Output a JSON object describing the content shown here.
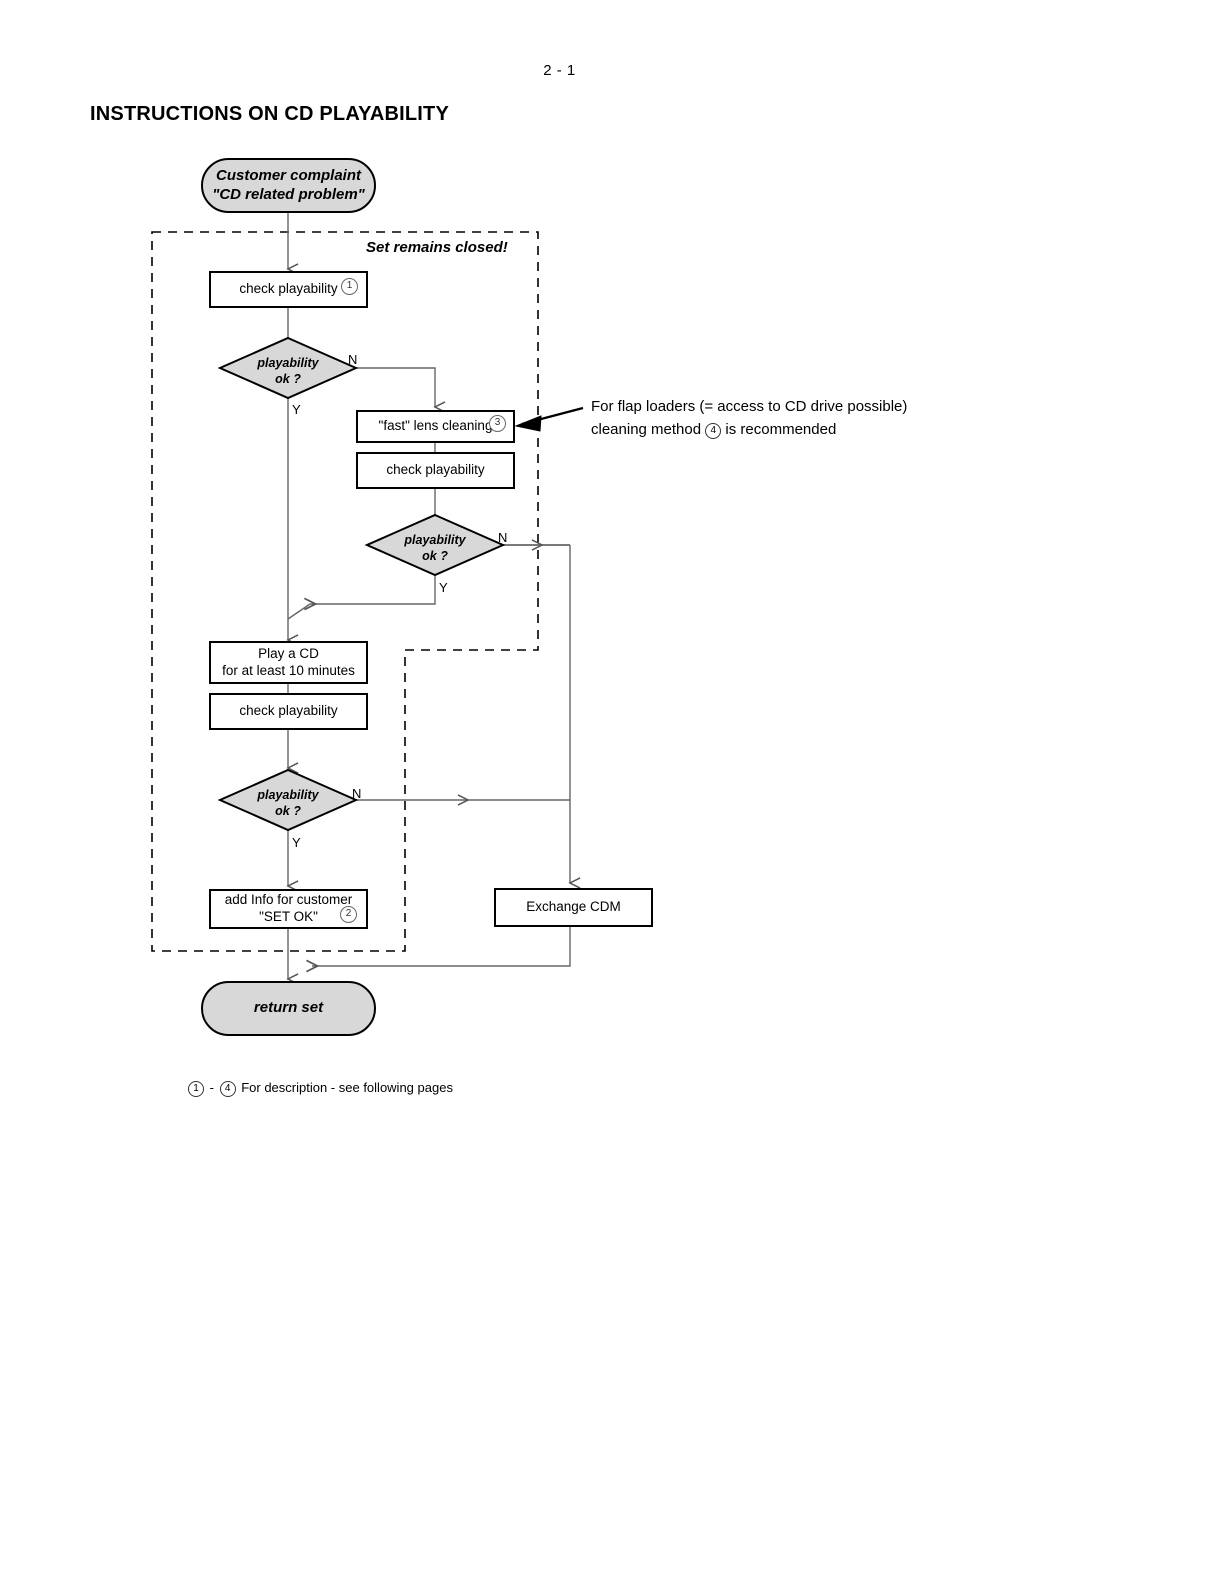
{
  "page": {
    "number": "2 - 1",
    "title": "INSTRUCTIONS ON CD PLAYABILITY"
  },
  "dashed_region": {
    "label": "Set remains closed!"
  },
  "annotation": {
    "line1": "For flap loaders (= access to CD drive possible)",
    "line2_before": "cleaning method",
    "line2_badge": "4",
    "line2_after": "is recommended"
  },
  "footnote": {
    "badge_from": "1",
    "dash": "-",
    "badge_to": "4",
    "text": "For description - see following pages"
  },
  "nodes": {
    "start": {
      "line1": "Customer complaint",
      "line2": "\"CD related problem\""
    },
    "check1": {
      "label": "check playability",
      "badge": "1"
    },
    "decision1": {
      "line1": "playability",
      "line2": "ok ?",
      "yes": "Y",
      "no": "N"
    },
    "lens_clean": {
      "label": "\"fast\" lens cleaning",
      "badge": "3"
    },
    "check2": {
      "label": "check playability"
    },
    "decision2": {
      "line1": "playability",
      "line2": "ok ?",
      "yes": "Y",
      "no": "N"
    },
    "play_cd": {
      "line1": "Play a CD",
      "line2": "for at least 10 minutes"
    },
    "check3": {
      "label": "check playability"
    },
    "decision3": {
      "line1": "playability",
      "line2": "ok ?",
      "yes": "Y",
      "no": "N"
    },
    "add_info": {
      "line1": "add Info for customer",
      "line2": "\"SET OK\"",
      "badge": "2"
    },
    "exchange_cdm": {
      "label": "Exchange CDM"
    },
    "end": {
      "label": "return set"
    }
  },
  "colors": {
    "decision_fill": "#d8d8d8",
    "terminator_fill": "#d8d8d8",
    "stroke": "#000000",
    "connector": "#666666"
  }
}
